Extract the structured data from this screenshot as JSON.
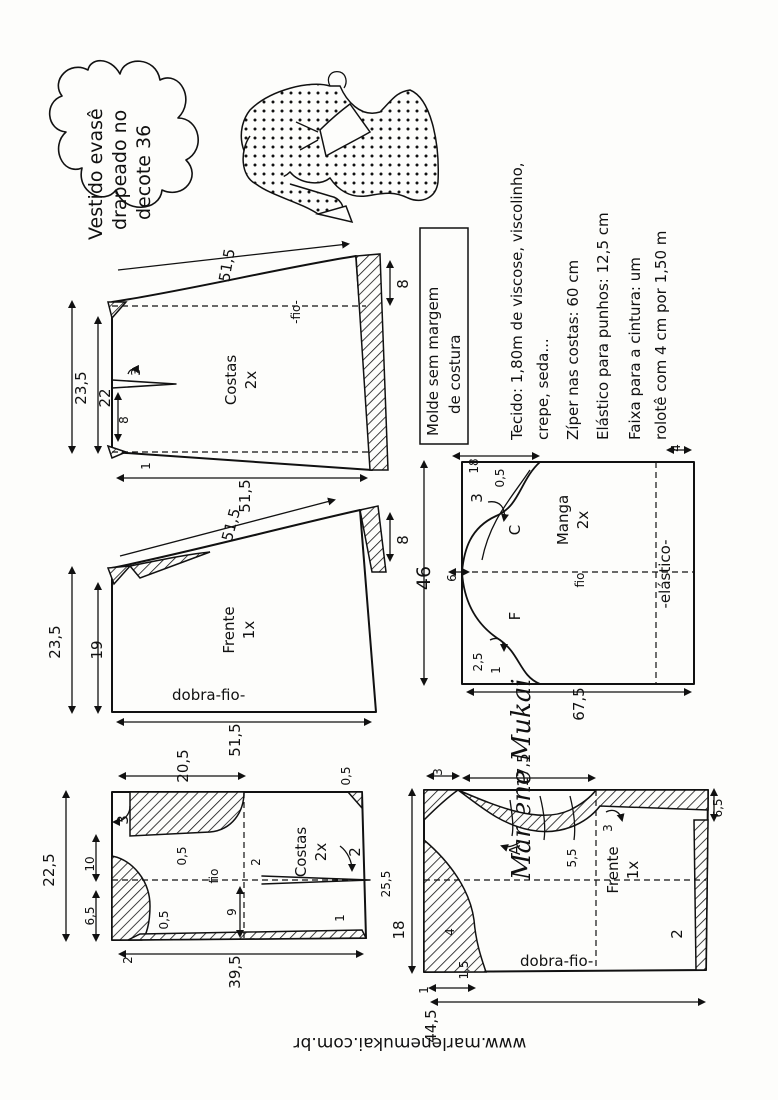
{
  "title": {
    "line1": "Vestido evasê",
    "line2": "drapeado no",
    "line3": "decote 36"
  },
  "notes": {
    "margin_line1": "Molde sem margem",
    "margin_line2": "de costura",
    "fabric_line1": "Tecido: 1,80m de viscose, viscolinho,",
    "fabric_line2": "crepe, seda...",
    "zipper": "Zíper nas costas: 60 cm",
    "elastic": "Elástico para punhos: 12,5 cm",
    "belt_line1": "Faixa para a cintura: um",
    "belt_line2": "rolotê com 4 cm por 1,50 m"
  },
  "signature": "Marlene Mukai",
  "website": "www.marlenemukai.com.br",
  "pieces": {
    "skirt_back": {
      "name": "Costas",
      "qty": "2x",
      "grain": "-fio-",
      "dims": {
        "top_curve": "51,5",
        "bottom": "51,5",
        "height_outer": "23,5",
        "height_inner": "22",
        "dart_len": "8",
        "dart_w": "3",
        "hem_rise": "8",
        "seam_drop": "1"
      }
    },
    "skirt_front": {
      "name": "Frente",
      "qty": "1x",
      "fold": "dobra-fio-",
      "dims": {
        "top_curve": "51,5",
        "bottom": "51,5",
        "height_outer": "23,5",
        "height_inner": "19",
        "hem_rise": "8"
      }
    },
    "sleeve": {
      "name": "Manga",
      "qty": "2x",
      "grain": "fio",
      "label_back": "C",
      "label_front": "F",
      "elastic": "-elástico-",
      "dims": {
        "length": "46",
        "width": "67,5",
        "top": "18",
        "cap_offset": "6",
        "curve_back": "3",
        "curve_front": "2,5",
        "depth": "0,5",
        "mark": "1",
        "cuff": "4"
      }
    },
    "bodice_back": {
      "name": "Costas",
      "qty": "2x",
      "grain": "fio",
      "dims": {
        "height": "22,5",
        "width": "39,5",
        "shoulder": "20,5",
        "neck": "10",
        "neck_depth": "3",
        "armhole_depth": "6,5",
        "armhole_mark": "0,5",
        "dart_w": "2",
        "dart_len": "25,5",
        "side": "2",
        "waist": "1",
        "hem": "2",
        "top": "0,5",
        "depth": "9",
        "neck_ofs": "0,5"
      }
    },
    "bodice_front": {
      "name": "Frente",
      "qty": "1x",
      "fold": "dobra-fio-",
      "label_a": "A",
      "dims": {
        "height": "18",
        "width": "44,5",
        "shoulder": "17,5",
        "neck": "3",
        "drape": "5,5",
        "side": "6,5",
        "armhole": "3",
        "fold_marks": "4",
        "waist": "1,5",
        "hem": "1",
        "point": "2"
      }
    }
  },
  "illustration_icon": "dress-sketch-icon"
}
